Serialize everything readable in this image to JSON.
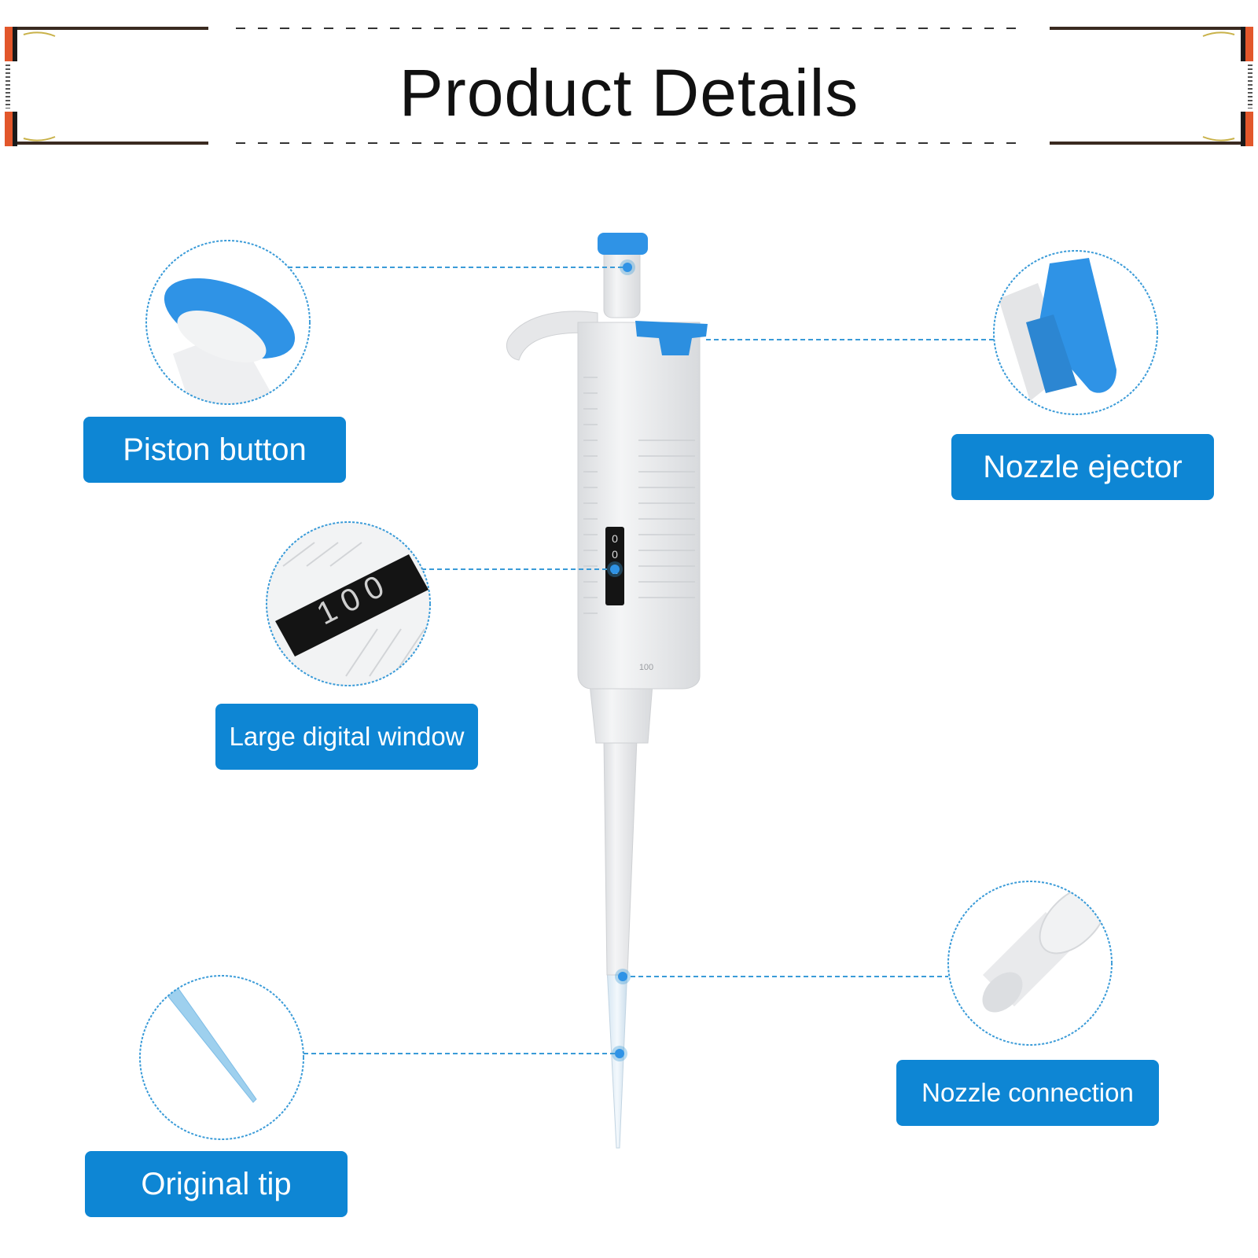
{
  "page": {
    "title": "Product Details"
  },
  "colors": {
    "accent": "#0E86D4",
    "line": "#3A9BD8",
    "body": "#ECEDEF",
    "text": "#111111"
  },
  "features": [
    {
      "id": "piston",
      "label": "Piston button",
      "icon": "piston-button-closeup"
    },
    {
      "id": "ejector",
      "label": "Nozzle ejector",
      "icon": "nozzle-ejector-closeup"
    },
    {
      "id": "window",
      "label": "Large digital window",
      "icon": "digital-window-closeup",
      "digits": "1 0 0"
    },
    {
      "id": "connection",
      "label": "Nozzle connection",
      "icon": "nozzle-connection-closeup"
    },
    {
      "id": "tip",
      "label": "Original tip",
      "icon": "pipette-tip-closeup"
    }
  ],
  "pipette": {
    "window_digits": [
      "0",
      "0",
      "1"
    ],
    "volume_mark": "100"
  }
}
